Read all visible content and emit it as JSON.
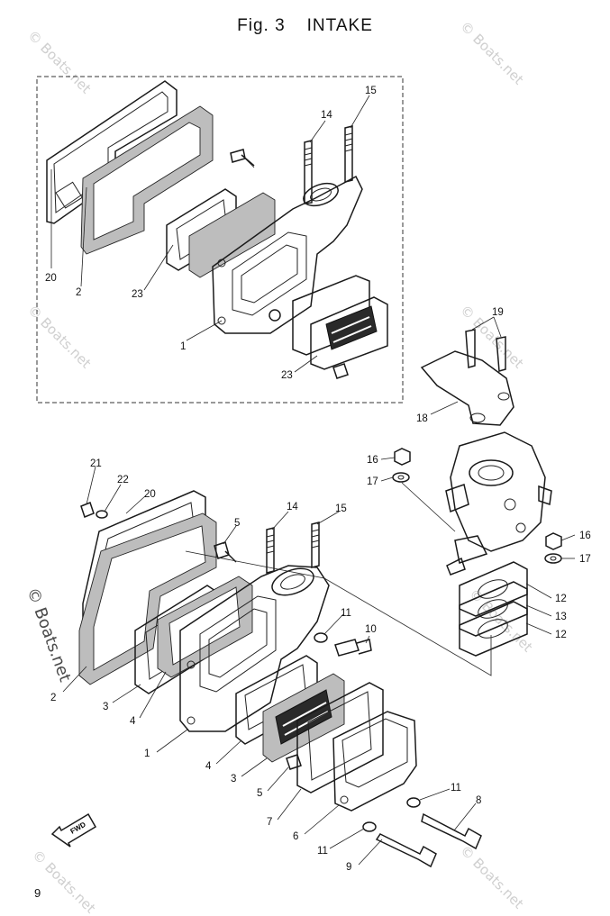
{
  "header": {
    "fig_label": "Fig. 3",
    "section": "INTAKE"
  },
  "page_number": "9",
  "watermark": "© Boats.net",
  "fwd_arrow_label": "FWD",
  "callouts": {
    "a20": "20",
    "a2": "2",
    "a23": "23",
    "a1": "1",
    "a23b": "23",
    "a14": "14",
    "a15": "15",
    "b19": "19",
    "b18": "18",
    "b16": "16",
    "b17": "17",
    "b16r": "16",
    "b17r": "17",
    "b12": "12",
    "b13": "13",
    "b12b": "12",
    "c21": "21",
    "c22": "22",
    "c20": "20",
    "c5": "5",
    "c14": "14",
    "c15": "15",
    "c11": "11",
    "c10": "10",
    "c2": "2",
    "c3": "3",
    "c4": "4",
    "c1": "1",
    "c4b": "4",
    "c3b": "3",
    "c5b": "5",
    "c7": "7",
    "c6": "6",
    "c11b": "11",
    "c8": "8",
    "c11c": "11",
    "c9": "9"
  }
}
